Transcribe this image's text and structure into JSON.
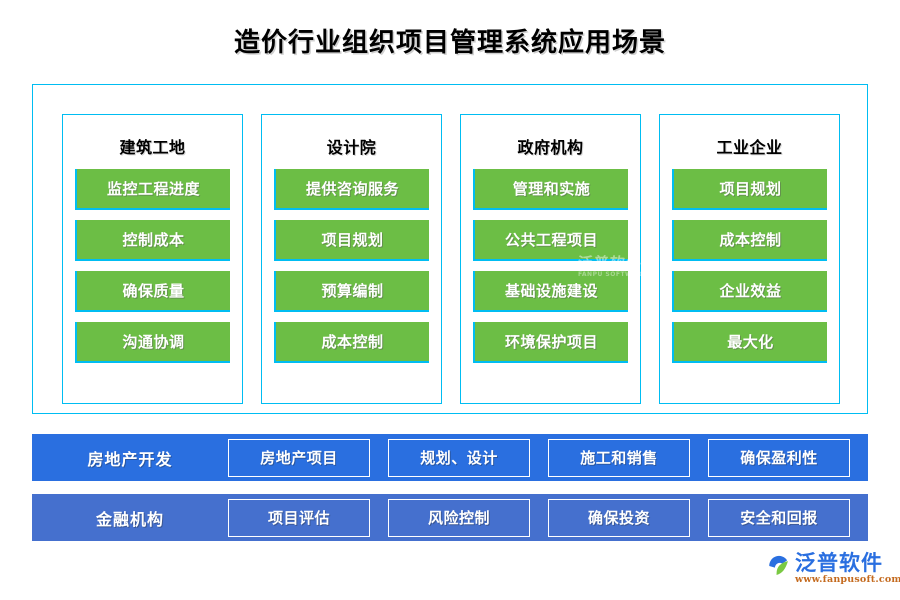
{
  "title": "造价行业组织项目管理系统应用场景",
  "colors": {
    "accent_cyan": "#00bdf2",
    "green": "#6cbe45",
    "blue_row1": "#2a6fe0",
    "blue_row2": "#4570ce",
    "title_text": "#000000"
  },
  "columns": [
    {
      "header": "建筑工地",
      "items": [
        "监控工程进度",
        "控制成本",
        "确保质量",
        "沟通协调"
      ]
    },
    {
      "header": "设计院",
      "items": [
        "提供咨询服务",
        "项目规划",
        "预算编制",
        "成本控制"
      ]
    },
    {
      "header": "政府机构",
      "items": [
        "管理和实施",
        "公共工程项目",
        "基础设施建设",
        "环境保护项目"
      ]
    },
    {
      "header": "工业企业",
      "items": [
        "项目规划",
        "成本控制",
        "企业效益",
        "最大化"
      ]
    }
  ],
  "bars": [
    {
      "label": "房地产开发",
      "cells": [
        "房地产项目",
        "规划、设计",
        "施工和销售",
        "确保盈利性"
      ]
    },
    {
      "label": "金融机构",
      "cells": [
        "项目评估",
        "风险控制",
        "确保投资",
        "安全和回报"
      ]
    }
  ],
  "watermark": {
    "text": "泛普软件",
    "sub": "FANPU SOFTWARE"
  },
  "logo": {
    "name": "泛普软件",
    "url": "www.fanpusoft.com"
  }
}
